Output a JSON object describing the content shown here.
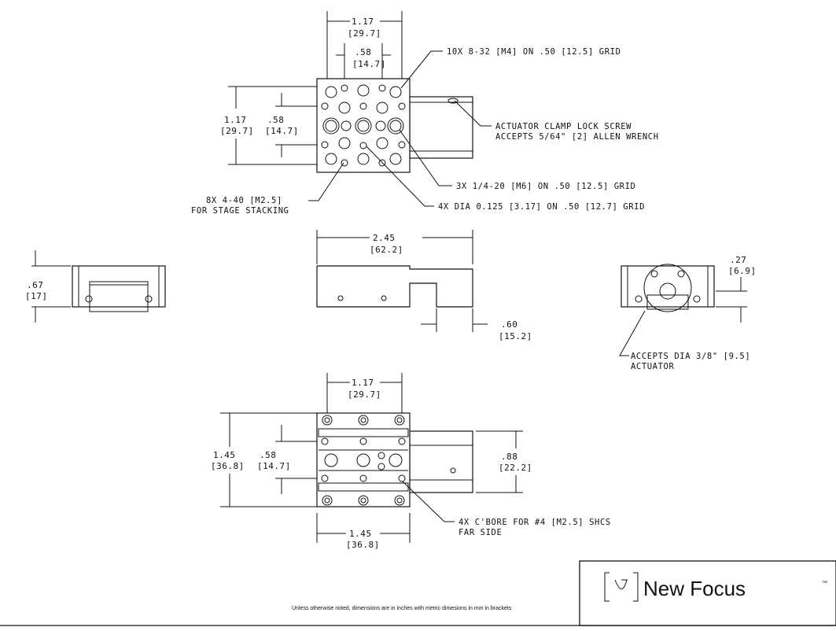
{
  "top_view": {
    "width": "1.17",
    "width_mm": "[29.7]",
    "hole_spacing": ".58",
    "hole_spacing_mm": "[14.7]",
    "height": "1.17",
    "height_mm": "[29.7]",
    "height_half": ".58",
    "height_half_mm": "[14.7]",
    "callout_m4": "10X 8-32 [M4] ON .50 [12.5] GRID",
    "callout_lock_1": "ACTUATOR CLAMP LOCK SCREW",
    "callout_lock_2": "ACCEPTS 5/64\" [2] ALLEN WRENCH",
    "callout_m6": "3X 1/4-20 [M6] ON .50 [12.5] GRID",
    "callout_dia": "4X DIA 0.125 [3.17] ON .50 [12.7] GRID",
    "callout_m25_1": "8X 4-40 [M2.5]",
    "callout_m25_2": "FOR STAGE STACKING"
  },
  "side_view": {
    "length": "2.45",
    "length_mm": "[62.2]",
    "offset": ".60",
    "offset_mm": "[15.2]"
  },
  "end_view_left": {
    "height": ".67",
    "height_mm": "[17]"
  },
  "end_view_right": {
    "height": ".27",
    "height_mm": "[6.9]",
    "callout_1": "ACCEPTS DIA 3/8\" [9.5]",
    "callout_2": "ACTUATOR"
  },
  "bottom_view": {
    "width": "1.17",
    "width_mm": "[29.7]",
    "height": "1.45",
    "height_mm": "[36.8]",
    "half": ".58",
    "half_mm": "[14.7]",
    "ext": ".88",
    "ext_mm": "[22.2]",
    "bottom_width": "1.45",
    "bottom_width_mm": "[36.8]",
    "callout_1": "4X C'BORE FOR #4 [M2.5] SHCS",
    "callout_2": "FAR SIDE"
  },
  "footer_note": "Unless otherwise noted, dimensions are in inches with metric dimesions in mm in brackets",
  "logo": {
    "brand": "New Focus",
    "tm": "™"
  }
}
